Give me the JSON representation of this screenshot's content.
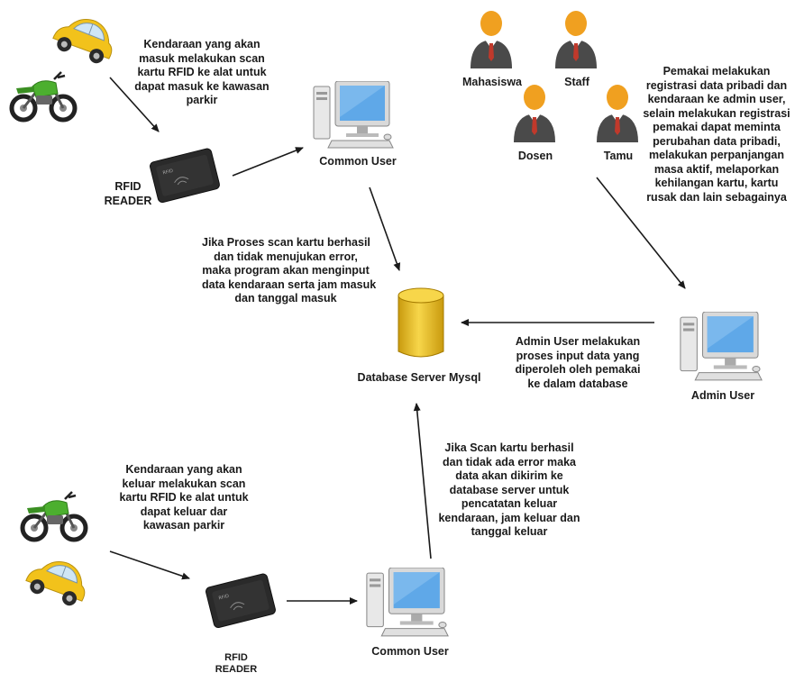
{
  "labels": {
    "mahasiswa": "Mahasiswa",
    "staff": "Staff",
    "dosen": "Dosen",
    "tamu": "Tamu",
    "common_user_top": "Common User",
    "common_user_bottom": "Common User",
    "admin_user": "Admin User",
    "database": "Database Server Mysql",
    "rfid_top": [
      "RFID",
      "READER"
    ],
    "rfid_bottom": [
      "RFID",
      "READER"
    ]
  },
  "notes": {
    "entry_scan": [
      "Kendaraan yang akan",
      "masuk melakukan scan",
      "kartu RFID ke alat untuk",
      "dapat masuk ke kawasan",
      "parkir"
    ],
    "entry_process": [
      "Jika Proses scan kartu berhasil",
      "dan tidak menujukan error,",
      "maka program akan menginput",
      "data kendaraan serta jam masuk",
      "dan tanggal masuk"
    ],
    "user_registration": [
      "Pemakai melakukan",
      "registrasi data pribadi dan",
      "kendaraan ke admin user,",
      "selain melakukan registrasi",
      "pemakai dapat meminta",
      "perubahan data pribadi,",
      "melakukan perpanjangan",
      "masa aktif, melaporkan",
      "kehilangan kartu, kartu",
      "rusak dan lain sebagainya"
    ],
    "admin_input": [
      "Admin User melakukan",
      "proses input data yang",
      "diperoleh oleh pemakai",
      "ke dalam database"
    ],
    "exit_scan": [
      "Kendaraan yang akan",
      "keluar melakukan scan",
      "kartu RFID ke alat untuk",
      "dapat keluar dar",
      "kawasan parkir"
    ],
    "exit_process": [
      "Jika Scan kartu berhasil",
      "dan tidak ada error maka",
      "data akan dikirim ke",
      "database server untuk",
      "pencatatan keluar",
      "kendaraan, jam keluar dan",
      "tanggal keluar"
    ]
  },
  "colors": {
    "car": "#f2c21b",
    "motorcycle": "#4caf2f",
    "person_head": "#f0a020",
    "person_suit": "#4a4a4a",
    "tie": "#c0392b",
    "database": "#f3c623",
    "screen": "#5fa8e8",
    "rfid": "#2a2a2a"
  }
}
